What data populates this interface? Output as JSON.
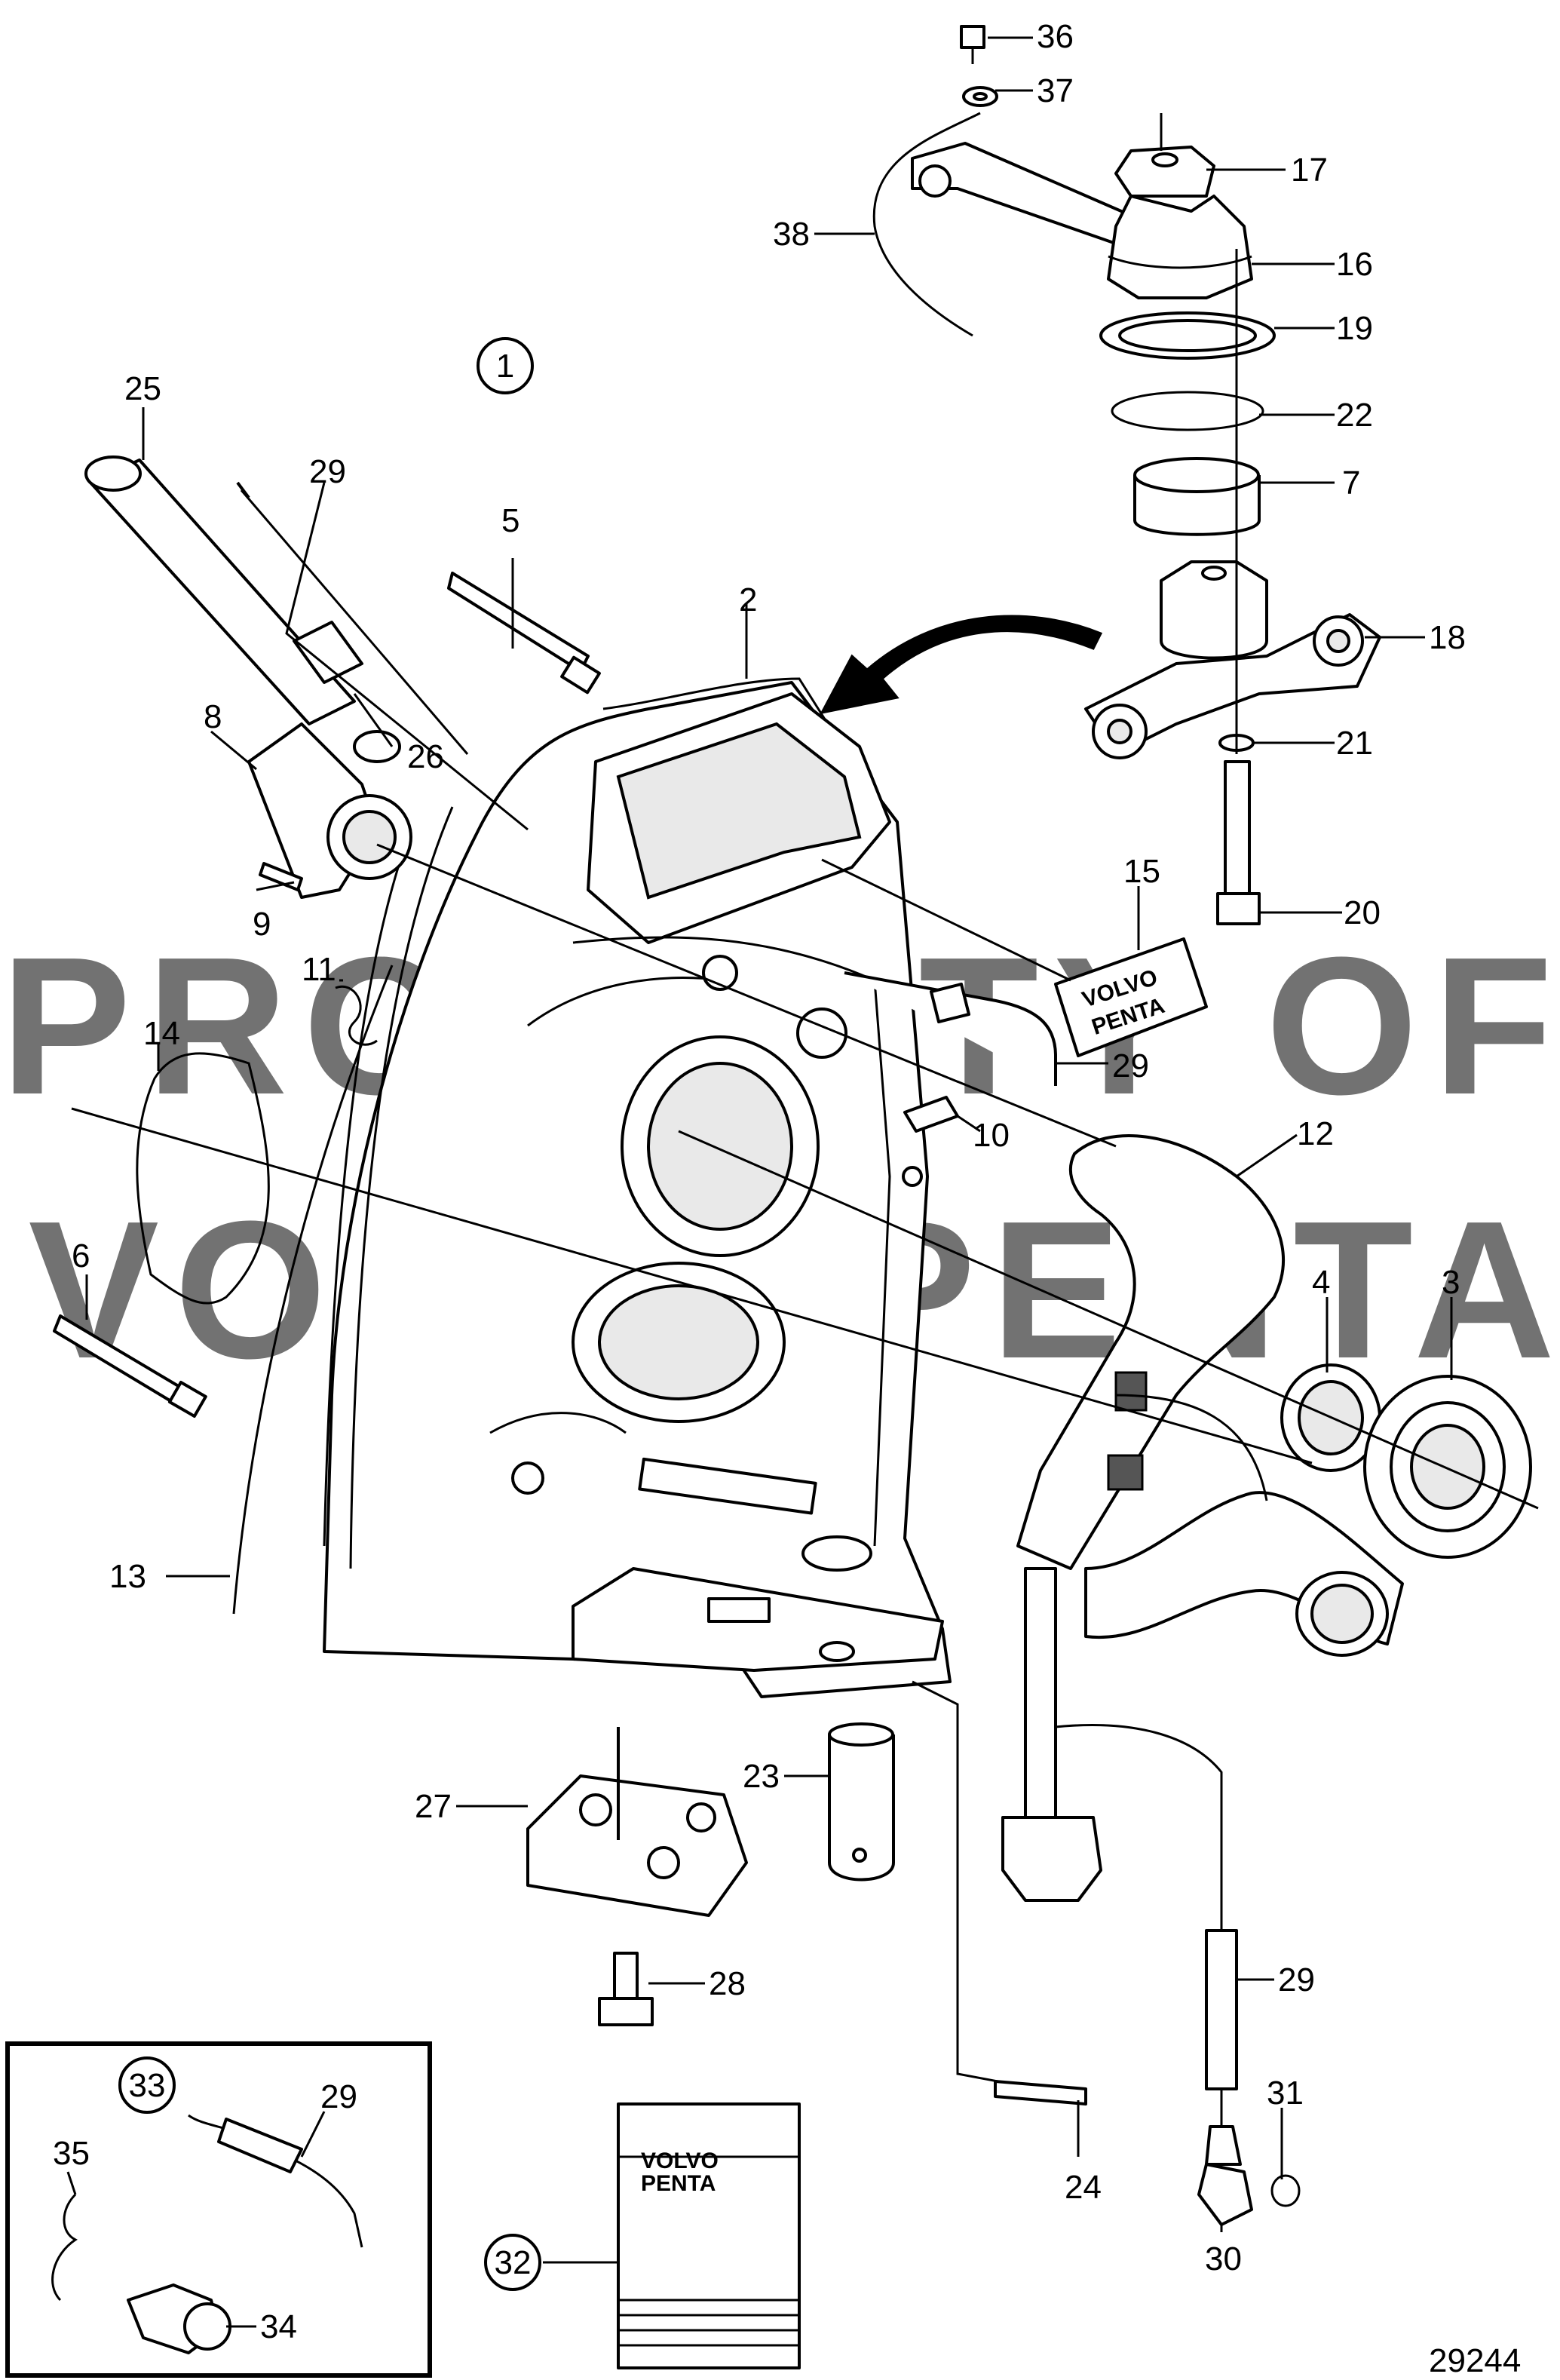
{
  "watermark": {
    "line1": "PROPERTY OF",
    "line2": "VOLVO PENTA"
  },
  "brand_text": {
    "line1": "VOLVO",
    "line2": "PENTA"
  },
  "view_marker": "1",
  "inset_marker": "33",
  "manual_marker": "32",
  "figure_number": "29244",
  "callouts": {
    "c36": "36",
    "c37": "37",
    "c17": "17",
    "c38": "38",
    "c16": "16",
    "c19": "19",
    "c22": "22",
    "c7": "7",
    "c18": "18",
    "c21": "21",
    "c20": "20",
    "c25": "25",
    "c29a": "29",
    "c5": "5",
    "c2": "2",
    "c26": "26",
    "c8": "8",
    "c9": "9",
    "c11": "11",
    "c15": "15",
    "c29b": "29",
    "c14": "14",
    "c10": "10",
    "c12": "12",
    "c4": "4",
    "c3": "3",
    "c6": "6",
    "c13": "13",
    "c23": "23",
    "c27": "27",
    "c28": "28",
    "c29c": "29",
    "c31": "31",
    "c24": "24",
    "c30": "30",
    "c29d": "29",
    "c35": "35",
    "c34": "34"
  }
}
